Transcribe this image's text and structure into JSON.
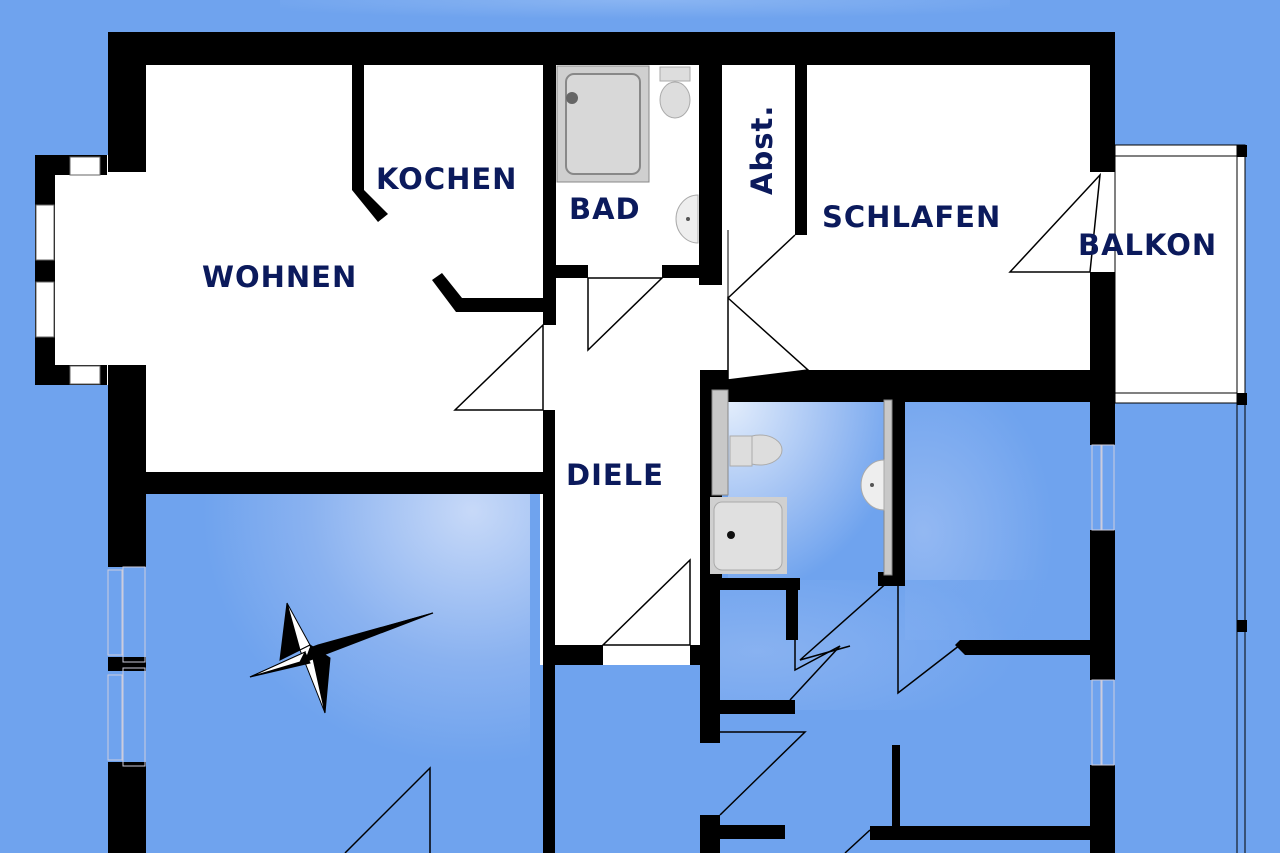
{
  "plan": {
    "type": "apartment-floor-plan",
    "background_color": "#6fa3ee",
    "wall_color": "#000000",
    "room_fill": "#ffffff",
    "label_color": "#0b1a5c",
    "rooms": {
      "wohnen": "WOHNEN",
      "kochen": "KOCHEN",
      "bad": "BAD",
      "abst": "Abst.",
      "schlafen": "SCHLAFEN",
      "balkon": "BALKON",
      "diele": "DIELE"
    },
    "icons": [
      "compass-rose-icon",
      "shower-tray-icon",
      "toilet-icon",
      "washbasin-icon"
    ]
  }
}
